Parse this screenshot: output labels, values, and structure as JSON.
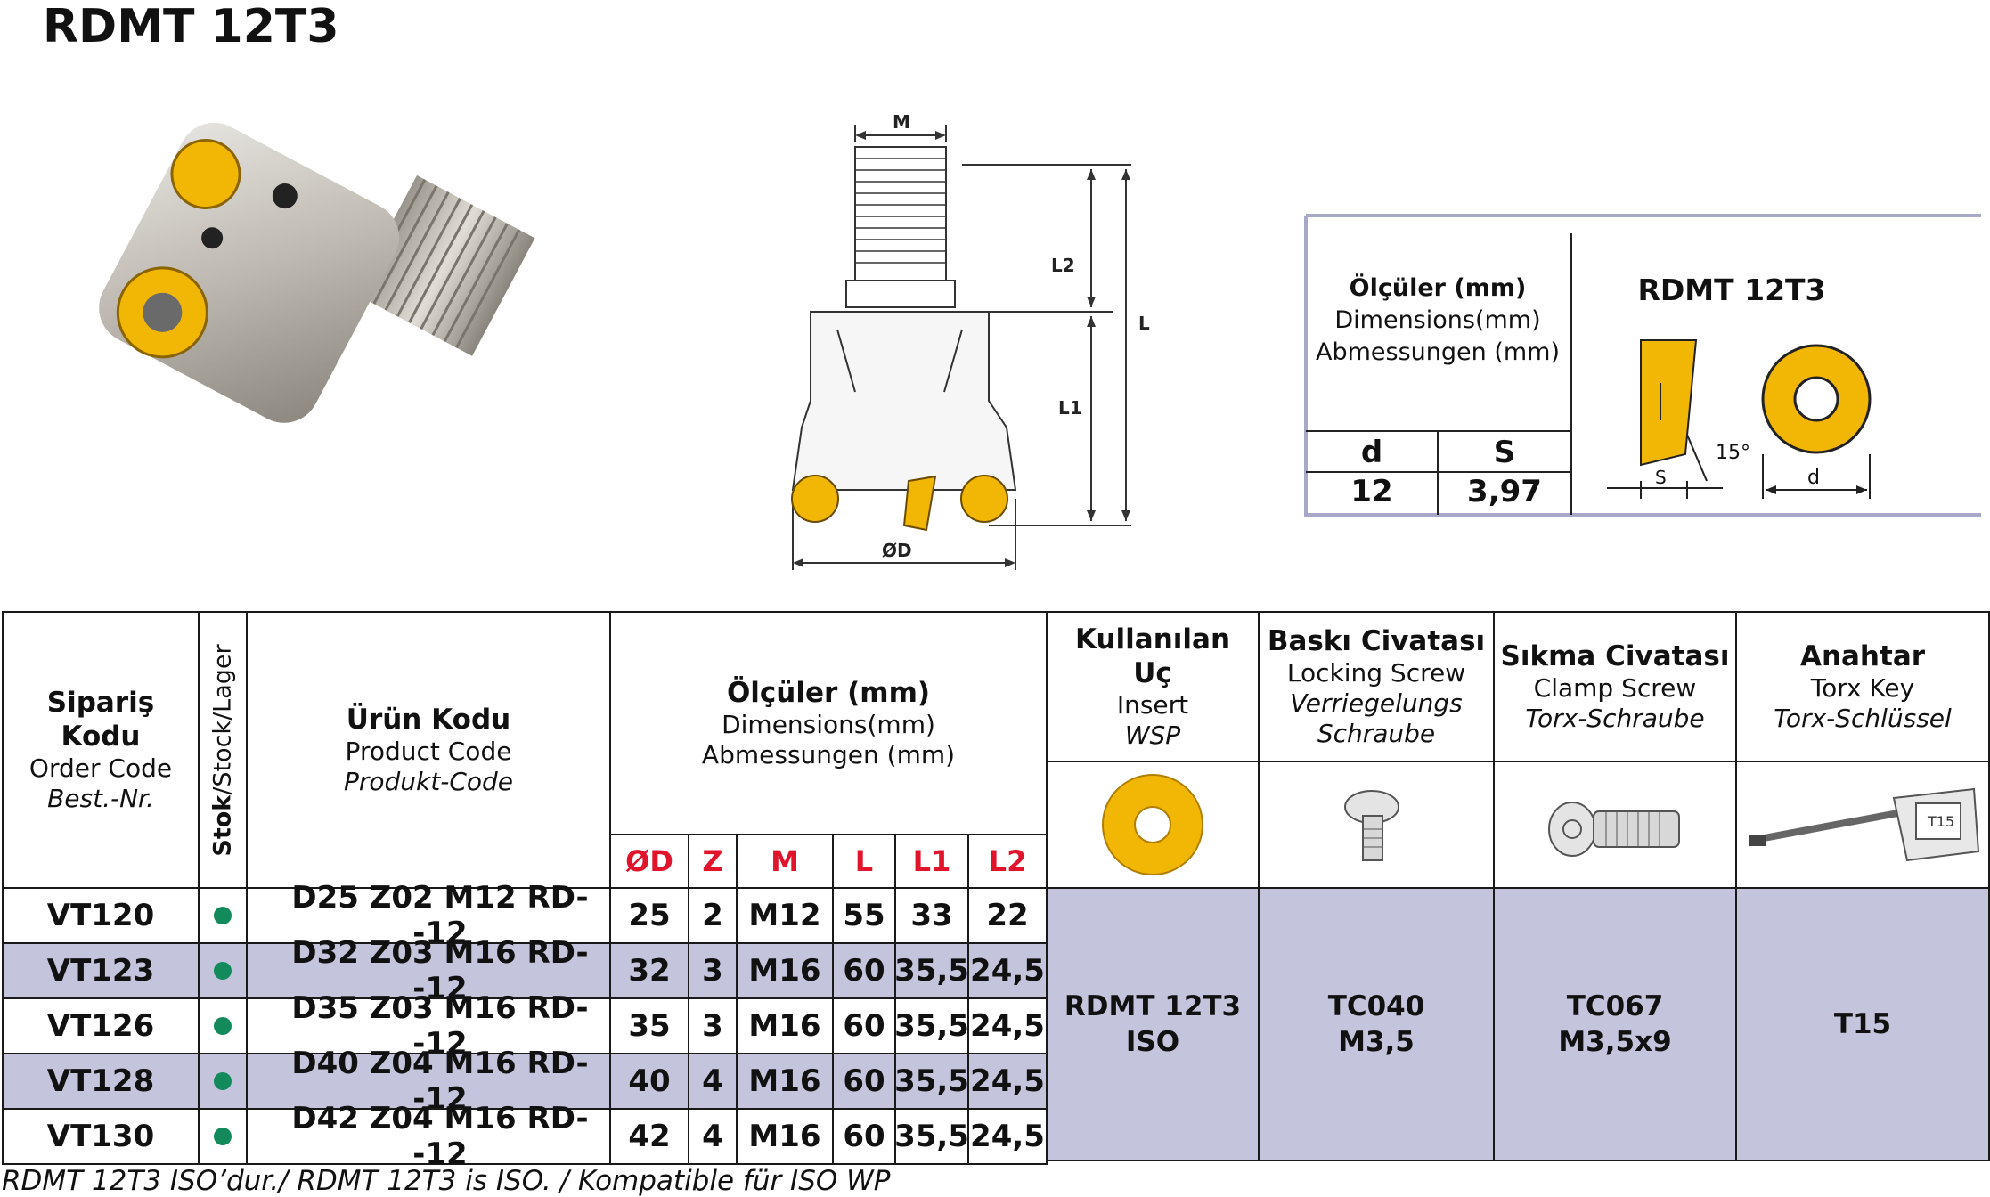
{
  "title": "RDMT 12T3",
  "drawing": {
    "labels": {
      "m": "M",
      "l": "L",
      "l1": "L1",
      "l2": "L2",
      "d": "ØD"
    }
  },
  "insert_box": {
    "dim_bold": "Ölçüler (mm)",
    "dim_en": "Dimensions(mm)",
    "dim_de": "Abmessungen (mm)",
    "insert_name": "RDMT 12T3",
    "col_d": "d",
    "col_s": "S",
    "val_d": "12",
    "val_s": "3,97",
    "angle": "15°",
    "lbl_s": "S",
    "lbl_d": "d"
  },
  "table": {
    "h_order": {
      "b1": "Sipariş",
      "b2": "Kodu",
      "n": "Order Code",
      "i": "Best.-Nr."
    },
    "h_stock": {
      "b": "Stok",
      "n": "/Stock/Lager"
    },
    "h_product": {
      "b": "Ürün Kodu",
      "n": "Product Code",
      "i": "Produkt-Code"
    },
    "h_dims": {
      "b": "Ölçüler (mm)",
      "n1": "Dimensions(mm)",
      "n2": "Abmessungen (mm)"
    },
    "dim_cols": [
      "ØD",
      "Z",
      "M",
      "L",
      "L1",
      "L2"
    ],
    "h_insert": {
      "b1": "Kullanılan",
      "b2": "Uç",
      "n": "Insert",
      "i": "WSP"
    },
    "h_lock": {
      "b": "Baskı Civatası",
      "n": "Locking Screw",
      "i1": "Verriegelungs",
      "i2": "Schraube"
    },
    "h_clamp": {
      "b": "Sıkma Civatası",
      "n": "Clamp Screw",
      "i": "Torx-Schraube"
    },
    "h_key": {
      "b": "Anahtar",
      "n": "Torx Key",
      "i": "Torx-Schlüssel"
    },
    "rows": [
      {
        "code": "VT120",
        "product": "D25 Z02 M12 RD--12",
        "d": "25",
        "z": "2",
        "m": "M12",
        "l": "55",
        "l1": "33",
        "l2": "22"
      },
      {
        "code": "VT123",
        "product": "D32 Z03 M16 RD--12",
        "d": "32",
        "z": "3",
        "m": "M16",
        "l": "60",
        "l1": "35,5",
        "l2": "24,5"
      },
      {
        "code": "VT126",
        "product": "D35 Z03 M16 RD--12",
        "d": "35",
        "z": "3",
        "m": "M16",
        "l": "60",
        "l1": "35,5",
        "l2": "24,5"
      },
      {
        "code": "VT128",
        "product": "D40 Z04 M16 RD--12",
        "d": "40",
        "z": "4",
        "m": "M16",
        "l": "60",
        "l1": "35,5",
        "l2": "24,5"
      },
      {
        "code": "VT130",
        "product": "D42 Z04 M16 RD--12",
        "d": "42",
        "z": "4",
        "m": "M16",
        "l": "60",
        "l1": "35,5",
        "l2": "24,5"
      }
    ],
    "insert_val": {
      "a": "RDMT 12T3",
      "b": "ISO"
    },
    "lock_val": {
      "a": "TC040",
      "b": "M3,5"
    },
    "clamp_val": {
      "a": "TC067",
      "b": "M3,5x9"
    },
    "key_val": "T15",
    "key_tag": "T15"
  },
  "footer": "RDMT 12T3 ISO’dur./ RDMT 12T3  is ISO. /  Kompatible für ISO WP",
  "colors": {
    "band": "#c4c4dc",
    "stock_dot": "#138a5c",
    "accent_red": "#e0142a",
    "insert_gold": "#f2b705"
  }
}
